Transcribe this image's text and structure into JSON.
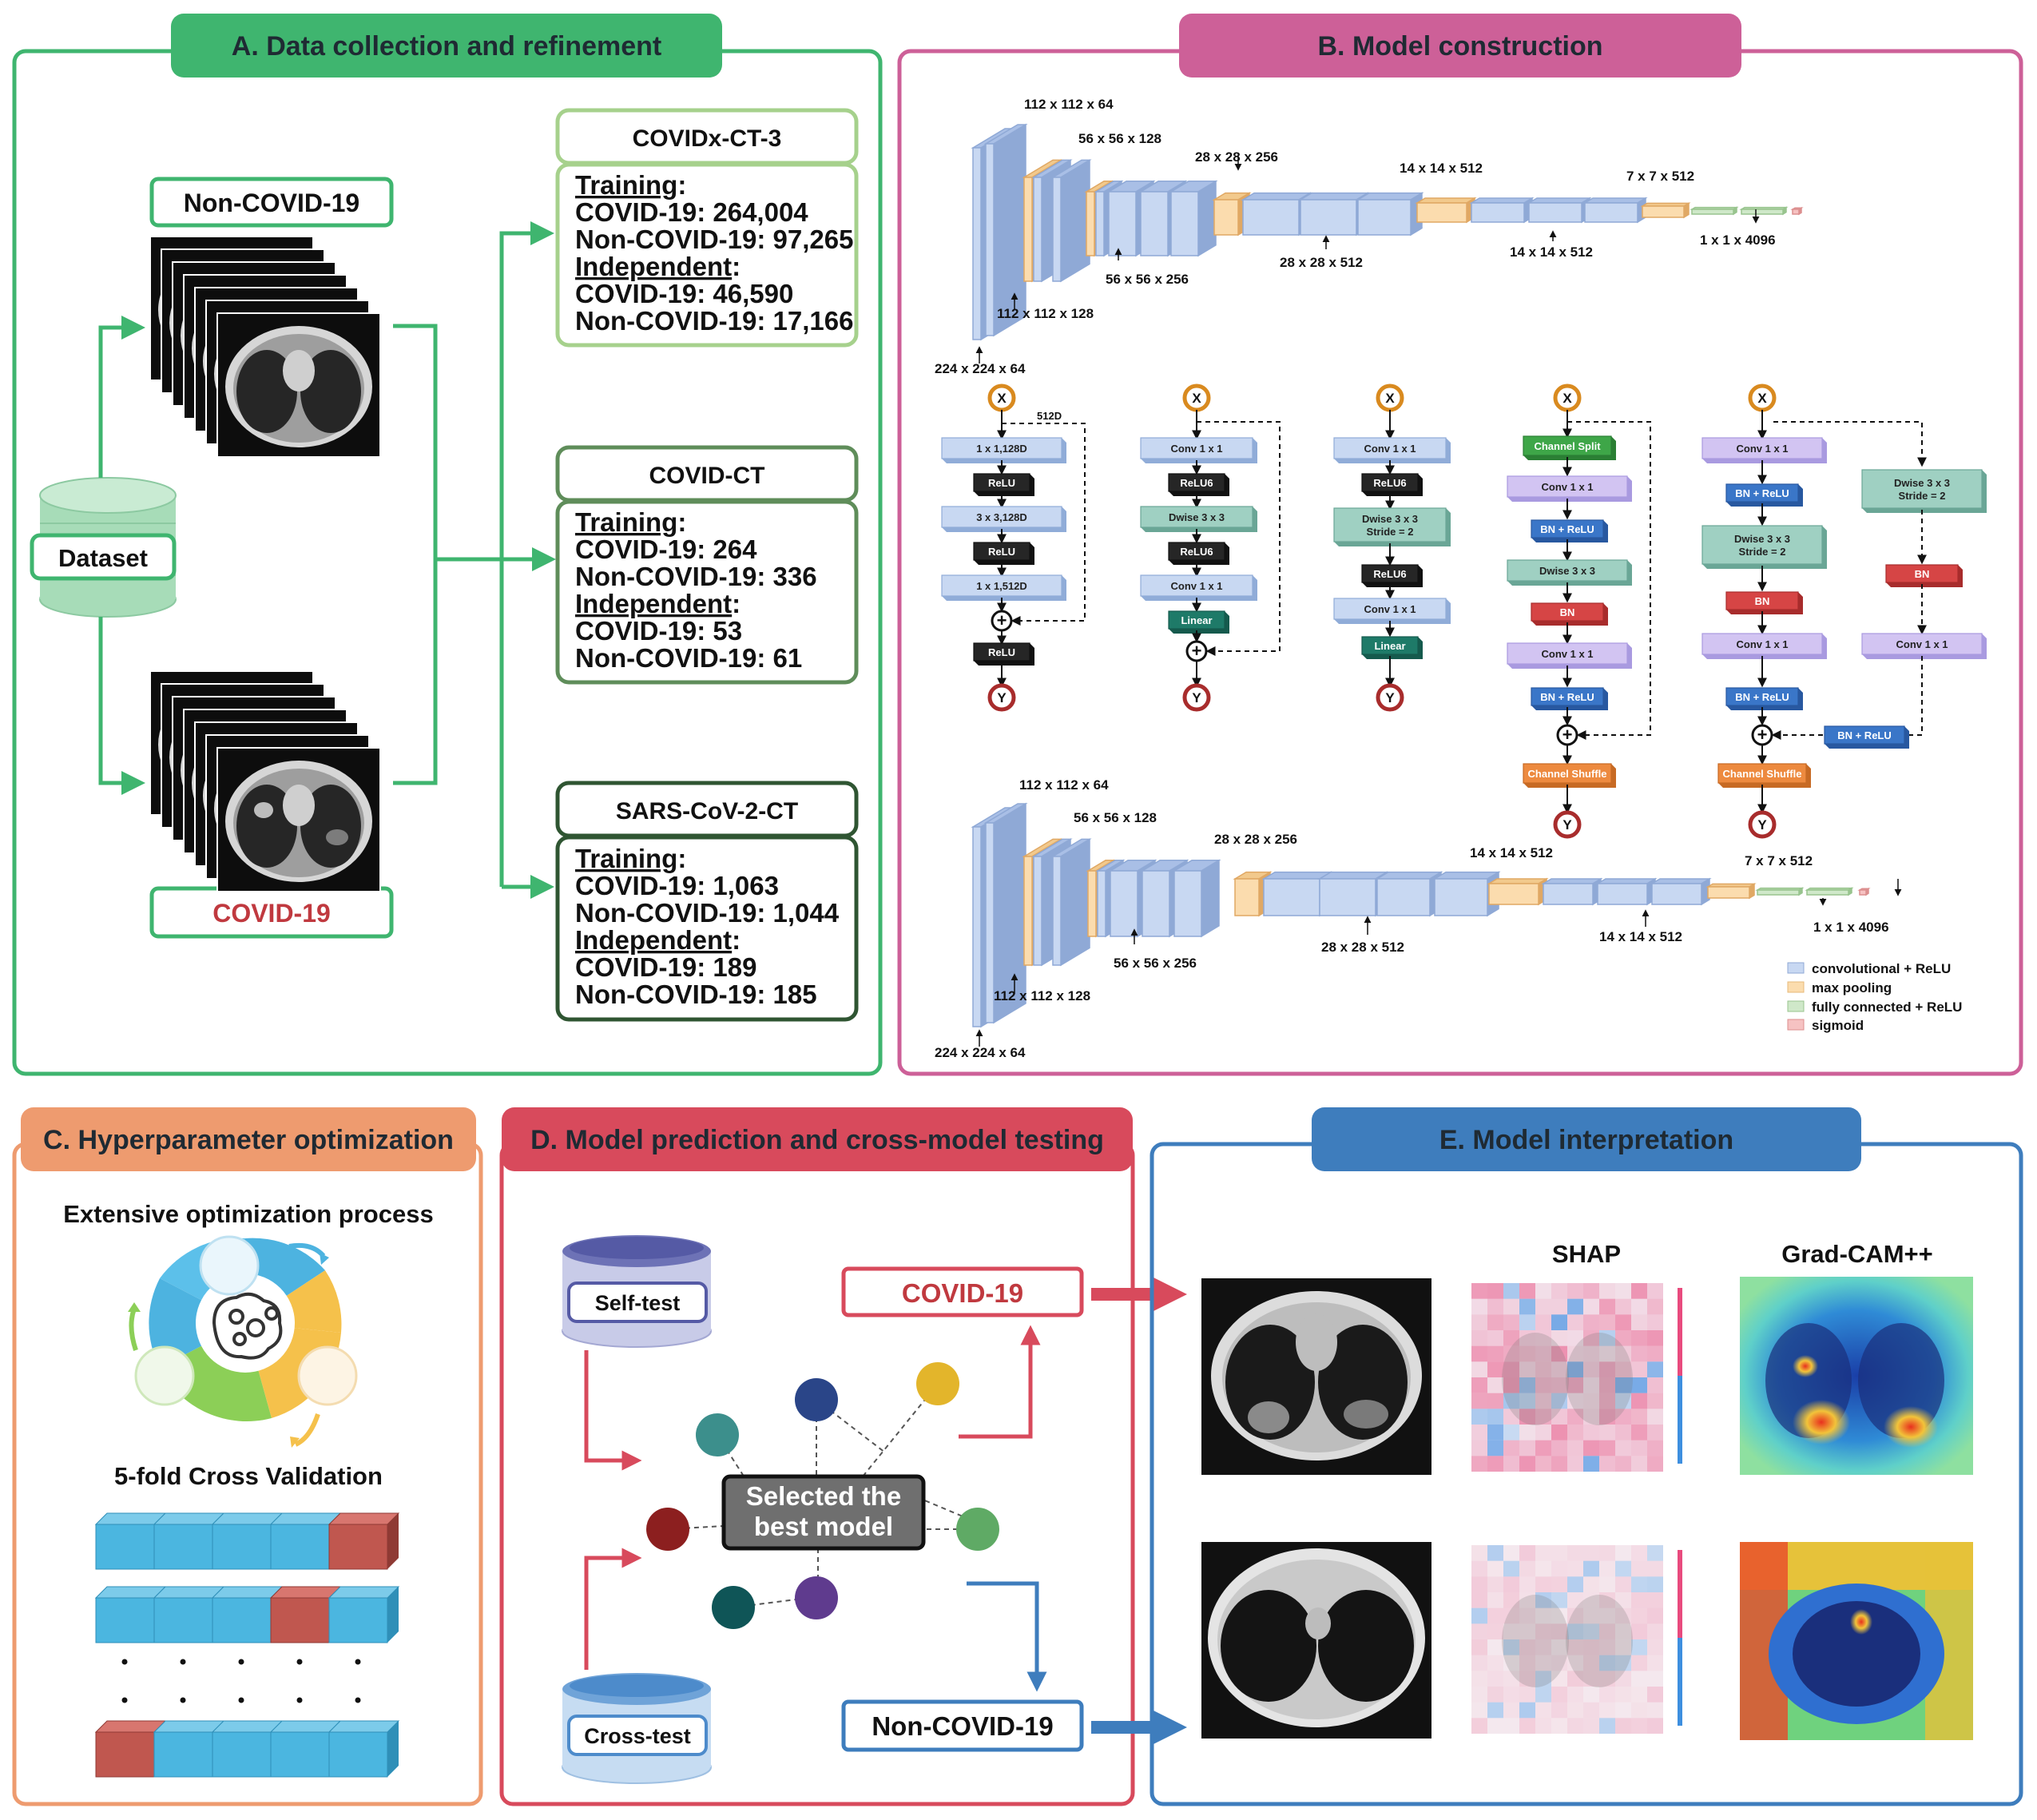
{
  "panels": {
    "a_title": "A. Data collection and refinement",
    "b_title": "B. Model construction",
    "c_title": "C. Hyperparameter optimization",
    "d_title": "D. Model prediction and cross-model testing",
    "e_title": "E. Model interpretation"
  },
  "panel_a": {
    "non_covid_label": "Non-COVID-19",
    "covid_label": "COVID-19",
    "dataset_label": "Dataset",
    "datasets": [
      {
        "name": "COVIDx-CT-3",
        "training_hdr": "Training",
        "l1": "COVID-19: 264,004",
        "l2": "Non-COVID-19: 97,265",
        "indep_hdr": "Independent",
        "l3": "COVID-19: 46,590",
        "l4": "Non-COVID-19: 17,166"
      },
      {
        "name": "COVID-CT",
        "training_hdr": "Training",
        "l1": "COVID-19: 264",
        "l2": "Non-COVID-19: 336",
        "indep_hdr": "Independent",
        "l3": "COVID-19: 53",
        "l4": "Non-COVID-19: 61"
      },
      {
        "name": "SARS-CoV-2-CT",
        "training_hdr": "Training",
        "l1": "COVID-19: 1,063",
        "l2": "Non-COVID-19: 1,044",
        "indep_hdr": "Independent",
        "l3": "COVID-19: 189",
        "l4": "Non-COVID-19: 185"
      }
    ]
  },
  "panel_b": {
    "vgg_top": [
      "112 x 112 x 64",
      "56 x 56 x 128",
      "28 x 28 x 256",
      "14 x 14 x 512",
      "7 x 7 x 512",
      "1 x 1 x 4096",
      "56 x 56 x 256",
      "28 x 28 x 512",
      "14 x 14 x 512",
      "112 x 112 x 128",
      "224 x 224 x 64"
    ],
    "vgg_bottom": [
      "112 x 112 x 64",
      "56 x 56 x 128",
      "28 x 28 x 256",
      "14 x 14 x 512",
      "7 x 7 x 512",
      "1 x 1 x 4096",
      "56 x 56 x 256",
      "28 x 28 x 512",
      "14 x 14 x 512",
      "112 x 112 x 128",
      "224 x 224 x 64"
    ],
    "x_symbol": "X",
    "y_symbol": "Y",
    "plus_symbol": "+",
    "resnet": {
      "skip": "512D",
      "blocks": [
        "1 x 1,128D",
        "ReLU",
        "3 x 3,128D",
        "ReLU",
        "1 x 1,512D",
        "ReLU"
      ]
    },
    "mobilenet_a": [
      "Conv 1 x 1",
      "ReLU6",
      "Dwise 3 x 3",
      "ReLU6",
      "Conv 1 x 1",
      "Linear"
    ],
    "mobilenet_b": {
      "conv1": "Conv 1 x 1",
      "relu_a": "ReLU6",
      "dwise_l1": "Dwise 3 x 3",
      "dwise_l2": "Stride = 2",
      "relu_b": "ReLU6",
      "conv2": "Conv 1 x 1",
      "linear": "Linear"
    },
    "shufflenet_a": [
      "Channel Split",
      "Conv 1 x 1",
      "BN + ReLU",
      "Dwise 3 x 3",
      "BN",
      "Conv 1 x 1",
      "BN + ReLU",
      "Channel Shuffle"
    ],
    "shufflenet_b": {
      "conv1": "Conv 1 x 1",
      "bnrelu1": "BN + ReLU",
      "dwise_l1": "Dwise 3 x 3",
      "dwise_l2": "Stride = 2",
      "bn": "BN",
      "conv2": "Conv 1 x 1",
      "bnrelu2": "BN + ReLU",
      "shuffle": "Channel Shuffle",
      "r_dwise_l1": "Dwise 3 x 3",
      "r_dwise_l2": "Stride = 2",
      "r_bn": "BN",
      "r_conv": "Conv 1 x 1",
      "r_bnrelu": "BN + ReLU"
    },
    "legend": [
      "convolutional + ReLU",
      "max pooling",
      "fully connected + ReLU",
      "sigmoid"
    ]
  },
  "panel_c": {
    "opt_title": "Extensive optimization process",
    "cv_title": "5-fold Cross Validation"
  },
  "panel_d": {
    "self_test": "Self-test",
    "cross_test": "Cross-test",
    "covid": "COVID-19",
    "non_covid": "Non-COVID-19",
    "model_l1": "Selected the",
    "model_l2": "best model"
  },
  "panel_e": {
    "shap": "SHAP",
    "gradcam": "Grad-CAM++"
  },
  "colors": {
    "green": "#3fb56f",
    "pink": "#cd6098",
    "orange": "#ee9b6f",
    "red": "#d84a5c",
    "blue": "#3e7dbd"
  }
}
